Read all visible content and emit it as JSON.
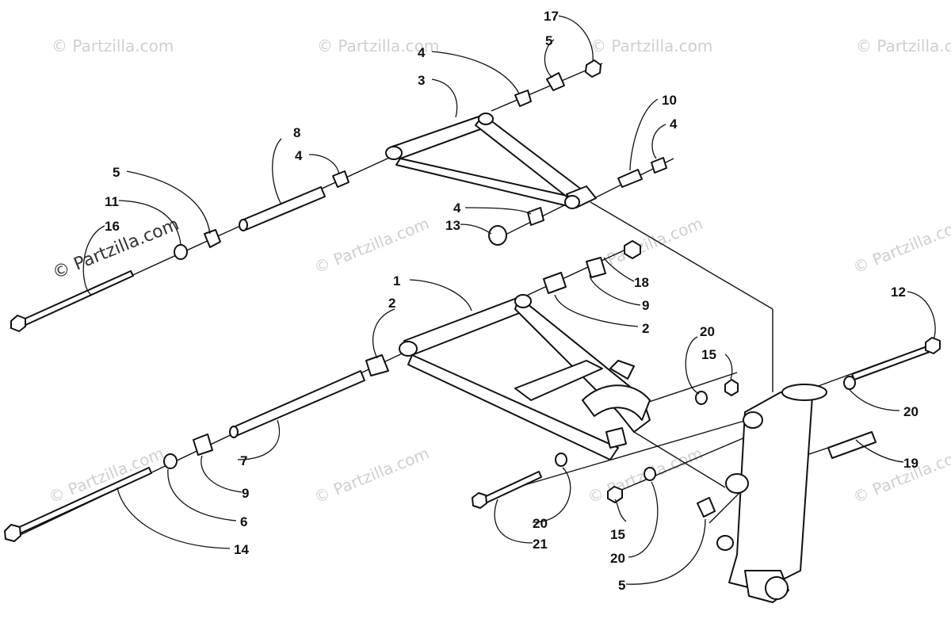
{
  "watermark": {
    "text": "© Partzilla.com",
    "logo_text": "© Partzilla.com"
  },
  "callouts": {
    "c1": "1",
    "c2a": "2",
    "c2b": "2",
    "c3": "3",
    "c4a": "4",
    "c4b": "4",
    "c4c": "4",
    "c4d": "4",
    "c5a": "5",
    "c5b": "5",
    "c5c": "5",
    "c6": "6",
    "c7": "7",
    "c8": "8",
    "c9a": "9",
    "c9b": "9",
    "c10": "10",
    "c11": "11",
    "c12": "12",
    "c13": "13",
    "c14": "14",
    "c15a": "15",
    "c15b": "15",
    "c16": "16",
    "c17": "17",
    "c18": "18",
    "c19": "19",
    "c20a": "20",
    "c20b": "20",
    "c20c": "20",
    "c20d": "20",
    "c21": "21"
  }
}
